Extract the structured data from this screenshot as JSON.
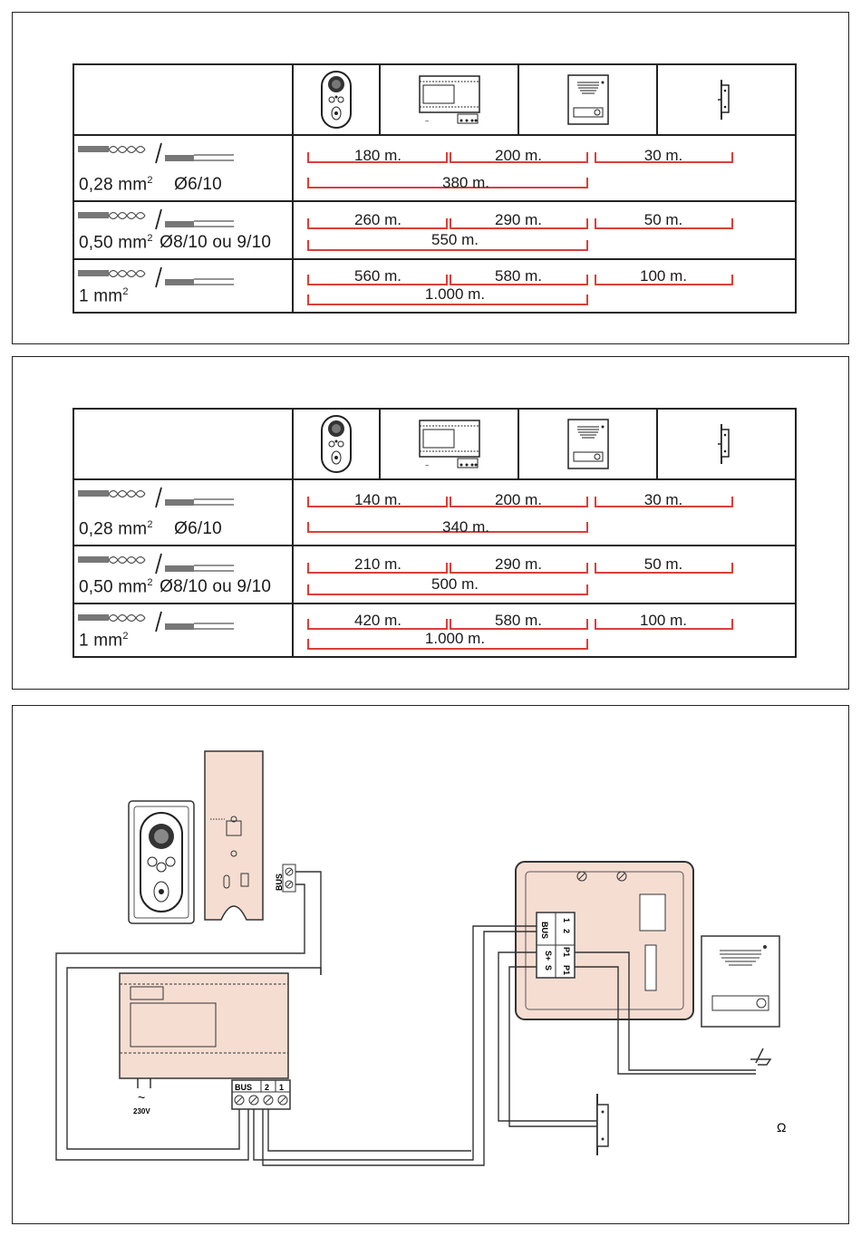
{
  "tables": [
    {
      "rows": [
        {
          "section_main": "0,28 mm",
          "section_sup": "2",
          "diameter": "Ø6/10",
          "d1": "180 m.",
          "d2": "200 m.",
          "d3": "30 m.",
          "total": "380 m."
        },
        {
          "section_main": "0,50 mm",
          "section_sup": "2",
          "diameter": "Ø8/10 ou 9/10",
          "d1": "260 m.",
          "d2": "290 m.",
          "d3": "50 m.",
          "total": "550 m."
        },
        {
          "section_main": "1 mm",
          "section_sup": "2",
          "diameter": "",
          "d1": "560 m.",
          "d2": "580 m.",
          "d3": "100 m.",
          "total": "1.000 m."
        }
      ]
    },
    {
      "rows": [
        {
          "section_main": "0,28 mm",
          "section_sup": "2",
          "diameter": "Ø6/10",
          "d1": "140 m.",
          "d2": "200 m.",
          "d3": "30 m.",
          "total": "340 m."
        },
        {
          "section_main": "0,50 mm",
          "section_sup": "2",
          "diameter": "Ø8/10 ou 9/10",
          "d1": "210 m.",
          "d2": "290 m.",
          "d3": "50 m.",
          "total": "500 m."
        },
        {
          "section_main": "1 mm",
          "section_sup": "2",
          "diameter": "",
          "d1": "420 m.",
          "d2": "580 m.",
          "d3": "100 m.",
          "total": "1.000 m."
        }
      ]
    }
  ],
  "icons": {
    "handset": "intercom-handset-icon",
    "power_supply": "power-supply-icon",
    "door_panel": "door-panel-icon",
    "door_lock": "door-lock-icon"
  },
  "schematic": {
    "bus_label": "BUS",
    "terminals": [
      "BUS",
      "2",
      "1"
    ],
    "mains_label": "230V",
    "panel_terminals": [
      "BUS",
      "1",
      "2",
      "S+",
      "P1",
      "S",
      "P1"
    ],
    "omega_label": "Ω"
  },
  "colors": {
    "measure_line": "#d9403a",
    "device_fill": "#f6ddd2",
    "border": "#222222"
  }
}
